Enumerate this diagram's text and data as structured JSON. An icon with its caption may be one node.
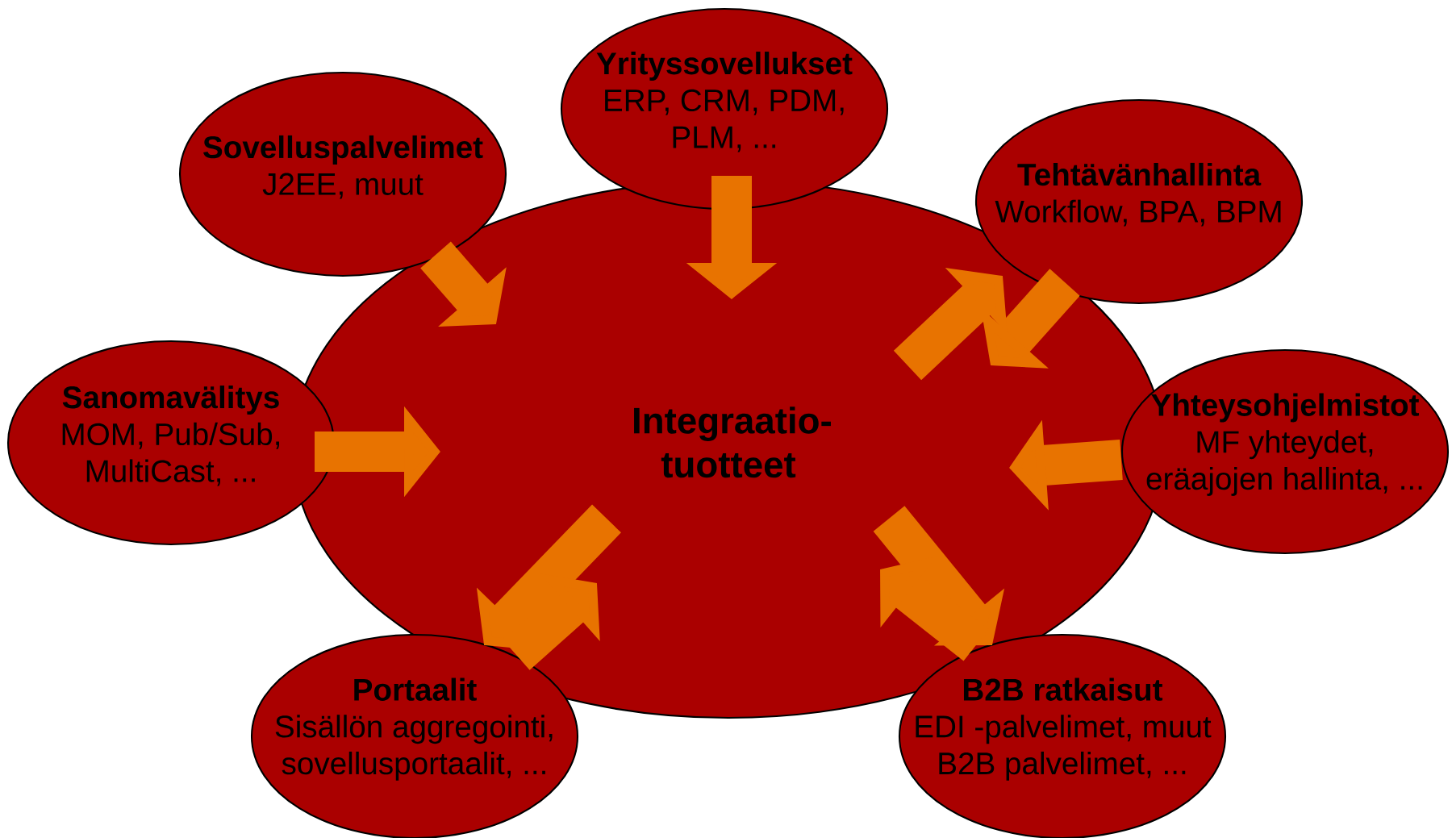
{
  "diagram": {
    "nodes": [
      {
        "text": [
          "Integraatio- tuotteet"
        ]
      },
      {
        "text": [
          "Sovelluspalvelimet",
          "J2EE, muut"
        ]
      },
      {
        "text": [
          "Yrityssovellukset",
          "ERP, CRM, PDM, PLM, ..."
        ]
      },
      {
        "text": [
          "Tehtävänhallinta",
          "Workflow, BPA, BPM"
        ]
      },
      {
        "text": [
          "Sanomavälitys",
          "MOM, Pub/Sub, MultiCast, ..."
        ]
      },
      {
        "text": [
          "Yhteysohjelmistot",
          "MF yhteydet, eräajojen hallinta, ..."
        ]
      },
      {
        "text": [
          "Portaalit",
          "Sisällön aggregointi, sovellusportaalit, ..."
        ]
      },
      {
        "text": [
          "B2B ratkaisut",
          "EDI -palvelimet, muut B2B palvelimet, ..."
        ]
      }
    ],
    "edges": [
      {
        "from": 1,
        "to": 0,
        "arrow": "to"
      },
      {
        "from": 2,
        "to": 0,
        "arrow": "to"
      },
      {
        "from": 3,
        "to": 0,
        "arrow": "to"
      },
      {
        "from": 0,
        "to": 3,
        "arrow": "to"
      },
      {
        "from": 4,
        "to": 0,
        "arrow": "to"
      },
      {
        "from": 5,
        "to": 0,
        "arrow": "to"
      },
      {
        "from": 0,
        "to": 6,
        "arrow": "to"
      },
      {
        "from": 6,
        "to": 0,
        "arrow": "to"
      },
      {
        "from": 0,
        "to": 7,
        "arrow": "to"
      },
      {
        "from": 7,
        "to": 0,
        "arrow": "to"
      }
    ]
  }
}
